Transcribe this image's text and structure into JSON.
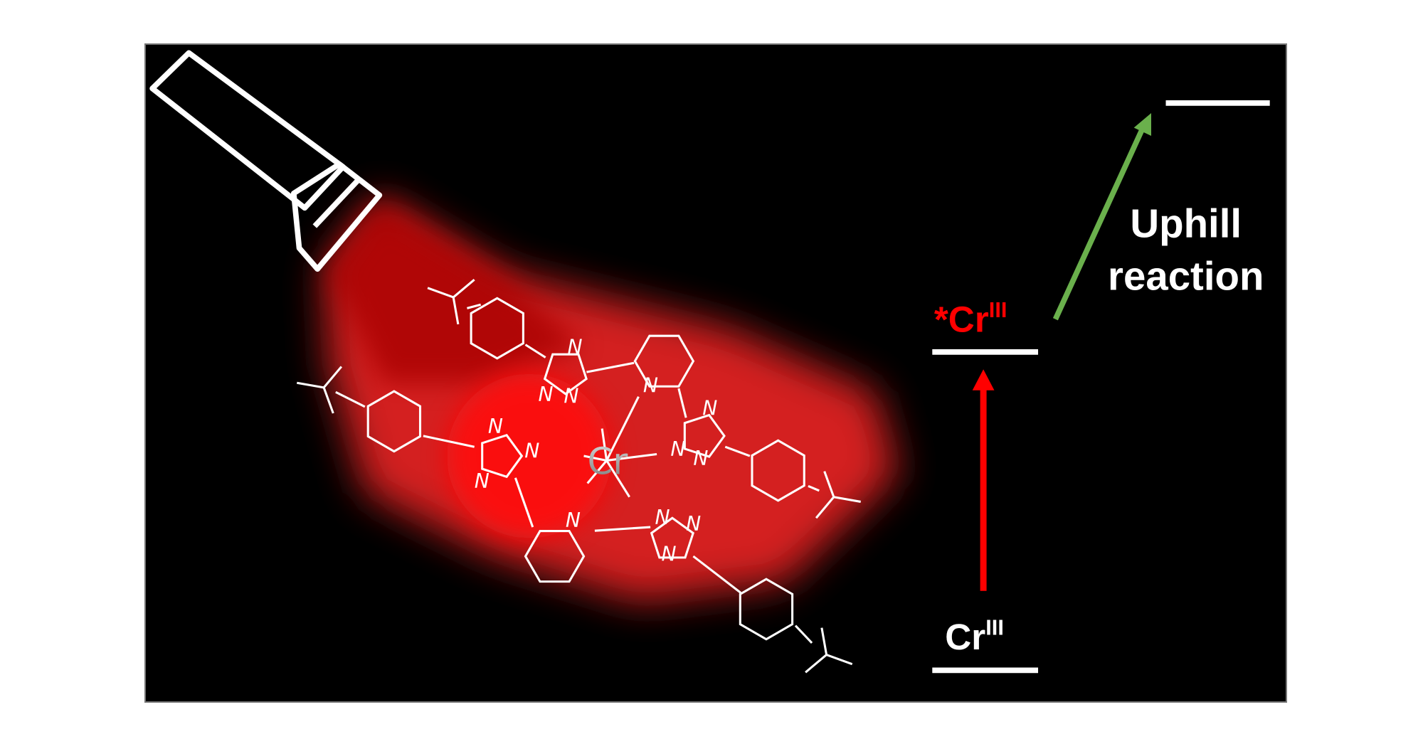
{
  "diagram": {
    "excited_state_label": "*Cr",
    "ground_state_label": "Cr",
    "oxidation_superscript": "III",
    "uphill_line1": "Uphill",
    "uphill_line2": "reaction"
  },
  "molecule": {
    "metal": "Cr",
    "nitrogen": "N"
  },
  "colors": {
    "background": "#000000",
    "light_beam": "#ff1a1a",
    "excitation_arrow": "#ff0000",
    "uphill_arrow": "#6ab04c",
    "excited_label": "#ff0000",
    "text": "#ffffff"
  }
}
